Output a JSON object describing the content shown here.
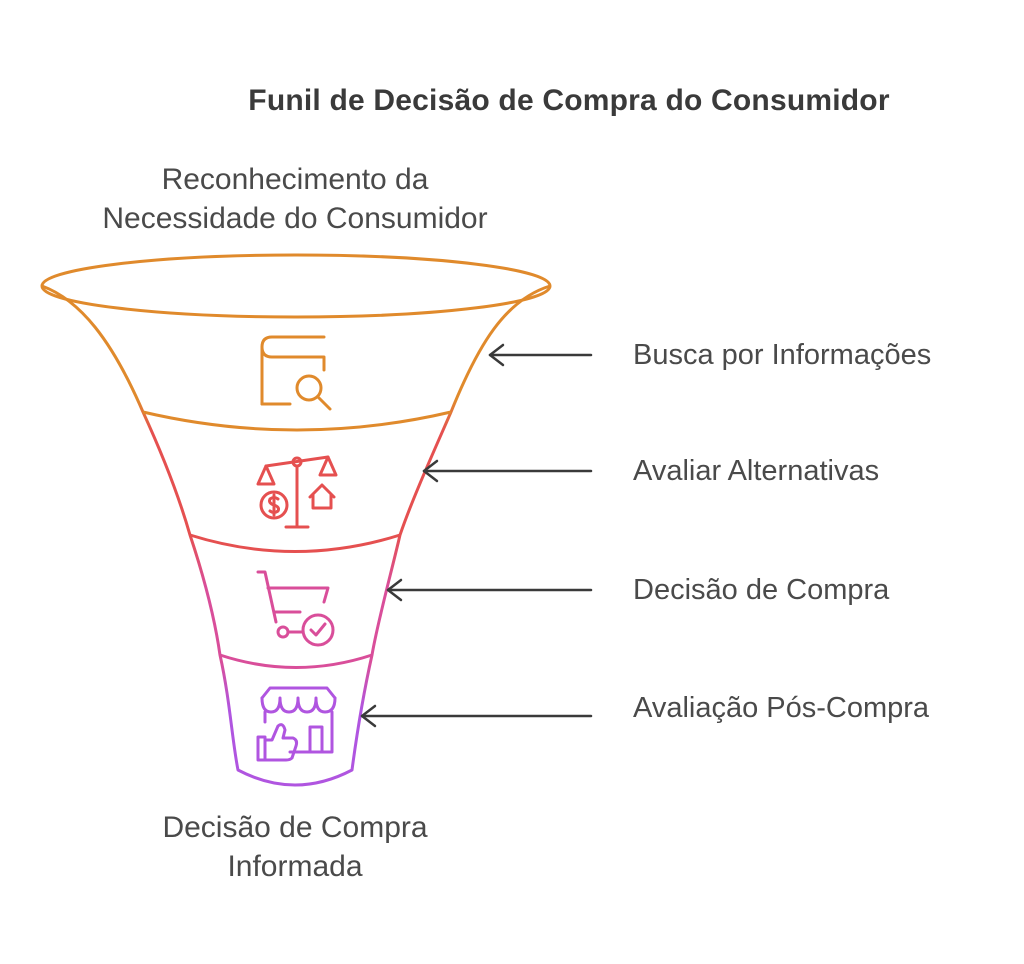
{
  "title": "Funil de Decisão de Compra do Consumidor",
  "top_label": {
    "lines": [
      "Reconhecimento da",
      "Necessidade do Consumidor"
    ]
  },
  "bottom_label": {
    "lines": [
      "Decisão de Compra",
      "Informada"
    ]
  },
  "stages": [
    {
      "label": "Busca por Informações",
      "icon": "book-search-icon",
      "color": "#E08A2C"
    },
    {
      "label": "Avaliar Alternativas",
      "icon": "balance-scale-icon",
      "color": "#E55050"
    },
    {
      "label": "Decisão de Compra",
      "icon": "shopping-cart-check-icon",
      "color": "#D94E9A"
    },
    {
      "label": "Avaliação Pós-Compra",
      "icon": "storefront-thumbs-up-icon",
      "color": "#B055E0"
    }
  ],
  "colors": {
    "text": "#4a4a4a",
    "arrow": "#3a3a3a"
  }
}
